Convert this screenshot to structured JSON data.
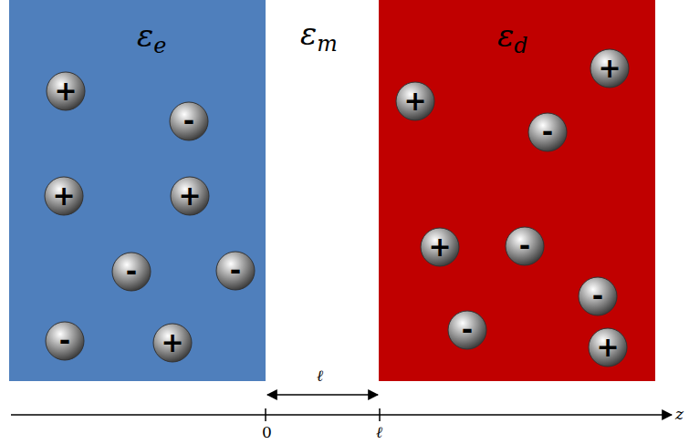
{
  "diagram": {
    "nodes": [
      {
        "text": [
          "εe"
        ]
      },
      {
        "text": [
          "+"
        ],
        "in": 0
      },
      {
        "text": [
          "-"
        ],
        "in": 0
      },
      {
        "text": [
          "+"
        ],
        "in": 0
      },
      {
        "text": [
          "+"
        ],
        "in": 0
      },
      {
        "text": [
          "-"
        ],
        "in": 0
      },
      {
        "text": [
          "-"
        ],
        "in": 0
      },
      {
        "text": [
          "-"
        ],
        "in": 0
      },
      {
        "text": [
          "+"
        ],
        "in": 0
      },
      {
        "text": [
          "εm"
        ]
      },
      {
        "text": [
          "εd"
        ]
      },
      {
        "text": [
          "+"
        ],
        "in": 10
      },
      {
        "text": [
          "+"
        ],
        "in": 10
      },
      {
        "text": [
          "-"
        ],
        "in": 10
      },
      {
        "text": [
          "+"
        ],
        "in": 10
      },
      {
        "text": [
          "-"
        ],
        "in": 10
      },
      {
        "text": [
          "-"
        ],
        "in": 10
      },
      {
        "text": [
          "-"
        ],
        "in": 10
      },
      {
        "text": [
          "+"
        ],
        "in": 10
      }
    ],
    "edges": [],
    "labels": [
      "ℓ",
      "0",
      "ℓ",
      "z"
    ]
  }
}
